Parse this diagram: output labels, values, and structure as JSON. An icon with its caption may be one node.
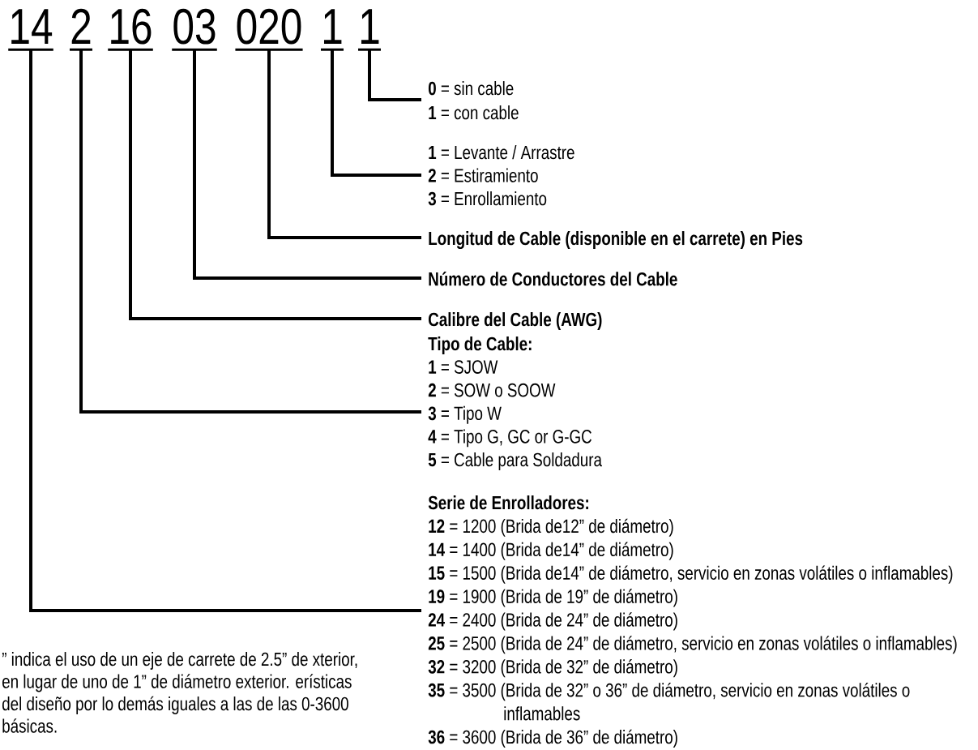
{
  "diagram": {
    "nodes": [
      {
        "text": [
          "14"
        ]
      },
      {
        "text": [
          "2"
        ]
      },
      {
        "text": [
          "16"
        ]
      },
      {
        "text": [
          "03"
        ]
      },
      {
        "text": [
          "020"
        ]
      },
      {
        "text": [
          "1"
        ]
      },
      {
        "text": [
          "1"
        ]
      },
      {
        "text": [
          "**0** = sin cable",
          "**1** = con cable"
        ]
      },
      {
        "text": [
          "**1** = Levante / Arrastre",
          "**2** = Estiramiento",
          "**3** = Enrollamiento"
        ]
      },
      {
        "text": [
          "Longitud de Cable (disponible en el carrete) en Pies"
        ]
      },
      {
        "text": [
          "Número de Conductores del Cable"
        ]
      },
      {
        "text": [
          "Calibre del Cable (AWG)"
        ]
      },
      {
        "text": [
          "**Tipo de Cable:**",
          "**1** = SJOW",
          "**2** = SOW o SOOW",
          "**3** = Tipo W",
          "**4** = Tipo G, GC or G-GC",
          "**5** = Cable para Soldadura"
        ]
      },
      {
        "text": [
          "**Serie de Enrolladores:**",
          "**12** = 1200 (Brida de12” de diámetro)",
          "**14** = 1400 (Brida de14” de diámetro)",
          "**15** = 1500 (Brida de14” de diámetro, servicio en zonas volátiles o inflamables)",
          "**19** = 1900 (Brida de 19” de diámetro)",
          "**24** = 2400 (Brida de 24” de diámetro)",
          "**25** = 2500 (Brida de 24” de diámetro, servicio en zonas volátiles o inflamables)",
          "**32** = 3200 (Brida de 32” de diámetro)",
          "**35** = 3500 (Brida de 32” o 36” de diámetro, servicio en zonas volátiles o inflamables",
          "**36** = 3600 (Brida de 36” de diámetro)"
        ]
      }
    ],
    "edges": [
      {
        "from": 6,
        "to": 7,
        "arrow": "none"
      },
      {
        "from": 5,
        "to": 8,
        "arrow": "none"
      },
      {
        "from": 4,
        "to": 9,
        "arrow": "none"
      },
      {
        "from": 3,
        "to": 10,
        "arrow": "none"
      },
      {
        "from": 2,
        "to": 11,
        "arrow": "none"
      },
      {
        "from": 1,
        "to": 12,
        "arrow": "none"
      },
      {
        "from": 0,
        "to": 13,
        "arrow": "none"
      }
    ],
    "labels": [
      "” indica el uso de un eje de carrete de 2.5” de xterior, en lugar de uno de 1” de diámetro exterior. erísticas del diseño por lo demás iguales a las de las 0-3600 básicas."
    ]
  }
}
